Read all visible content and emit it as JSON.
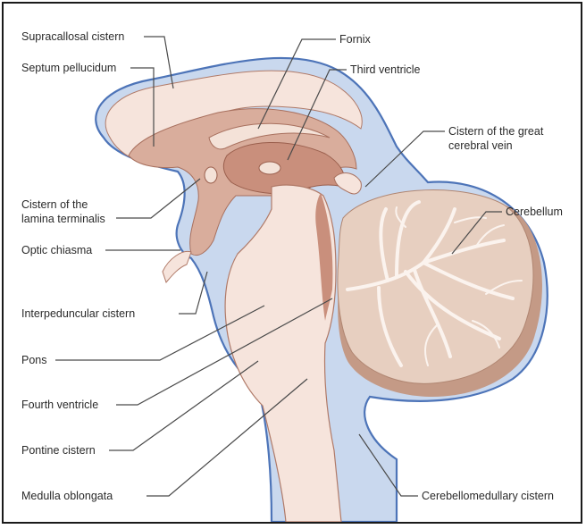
{
  "labels": {
    "supracallosal_cistern": "Supracallosal cistern",
    "septum_pellucidum": "Septum pellucidum",
    "cistern_lamina_terminalis_line1": "Cistern of the",
    "cistern_lamina_terminalis_line2": "lamina terminalis",
    "optic_chiasma": "Optic chiasma",
    "interpeduncular_cistern": "Interpeduncular cistern",
    "pons": "Pons",
    "fourth_ventricle": "Fourth ventricle",
    "pontine_cistern": "Pontine cistern",
    "medulla_oblongata": "Medulla oblongata",
    "fornix": "Fornix",
    "third_ventricle": "Third ventricle",
    "cistern_great_cerebral_vein_line1": "Cistern of the great",
    "cistern_great_cerebral_vein_line2": "cerebral vein",
    "cerebellum": "Cerebellum",
    "cerebellomedullary_cistern": "Cerebellomedullary cistern"
  },
  "colors": {
    "csf_fill": "#c9d8ee",
    "csf_outline": "#4d74b8",
    "brain_light": "#f6e4dc",
    "brain_mid": "#d9ad9c",
    "brain_dark": "#c98f7c",
    "cerebellum_fill": "#e7cfc0",
    "cerebellum_shadow": "#c49a86",
    "leader_line": "#4a4a4a"
  }
}
